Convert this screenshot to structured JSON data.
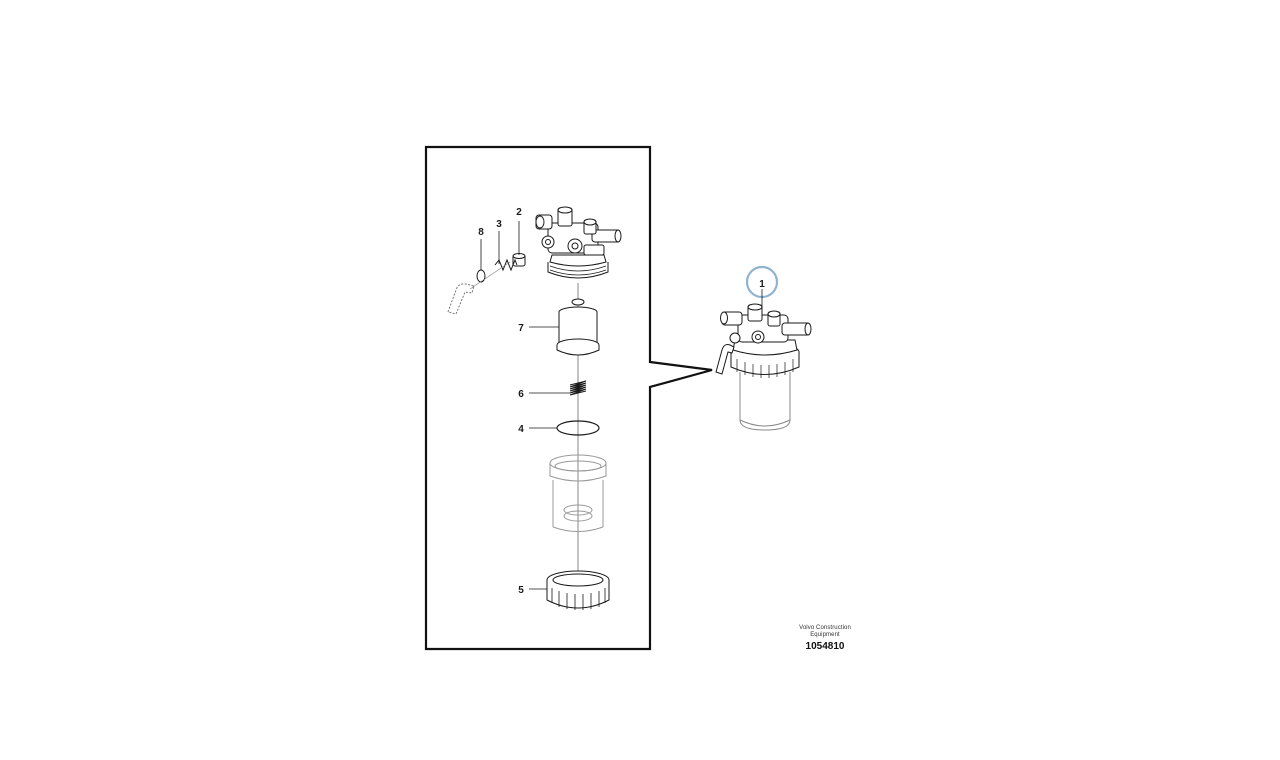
{
  "diagram": {
    "part_numbers": [
      "1",
      "2",
      "3",
      "4",
      "5",
      "6",
      "7",
      "8"
    ],
    "manufacturer_line1": "Volvo Construction",
    "manufacturer_line2": "Equipment",
    "drawing_number": "1054810",
    "highlight_color": "#8fb3d1",
    "line_color": "#1a1a1a"
  }
}
